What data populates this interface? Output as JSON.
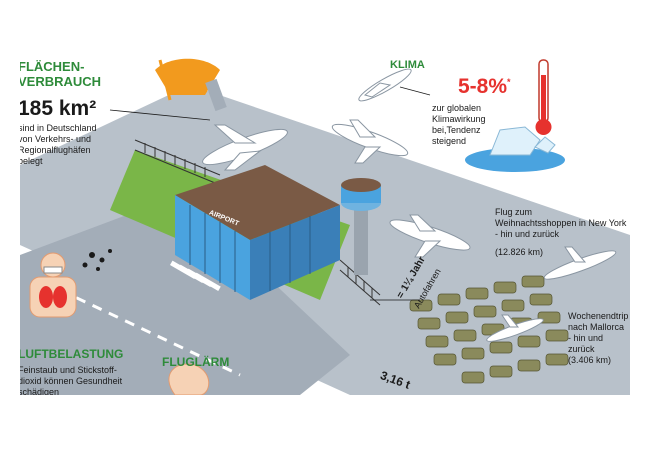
{
  "flaechen": {
    "heading_line1": "FLÄCHEN-",
    "heading_line2": "VERBRAUCH",
    "value": "185 km²",
    "desc": [
      "sind in Deutschland",
      "von Verkehrs- und",
      "Regionalflughäfen",
      "belegt"
    ]
  },
  "klima": {
    "heading": "KLIMA",
    "percent": "5-8%",
    "asterisk": "*",
    "desc": [
      "zur globalen",
      "Klimawirkung",
      "bei,Tendenz",
      "steigend"
    ]
  },
  "ny_trip": {
    "desc": [
      "Flug zum",
      "Weihnachtsshoppen in New York",
      "- hin und zurück"
    ],
    "km": "(12.826 km)"
  },
  "mallorca_trip": {
    "desc": [
      "Wochenendtrip",
      "nach Mallorca",
      "- hin und zurück",
      "(3.406 km)"
    ]
  },
  "cars": {
    "year_label": "= 1¼ Jahr",
    "driving_label": "Autofahren",
    "co2_label": "3,16 t"
  },
  "luft": {
    "heading": "LUFTBELASTUNG",
    "desc": [
      "Feinstaub und Stickstoff-",
      "dioxid können Gesundheit",
      "schädigen"
    ]
  },
  "laerm": {
    "heading": "FLUGLÄRM"
  },
  "airport_sign": "AIRPORT",
  "colors": {
    "accent_green": "#2e8b3a",
    "accent_red": "#e6322e",
    "tarmac": "#a9b3bd",
    "grass": "#7ab648",
    "glass": "#4aa3df",
    "roof": "#7a5a45",
    "car": "#8a8a5c"
  }
}
